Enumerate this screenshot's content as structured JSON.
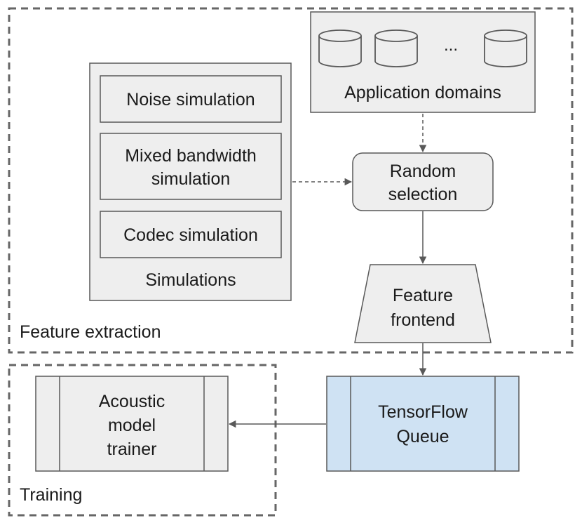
{
  "groups": {
    "feature_extraction": "Feature extraction",
    "training": "Training"
  },
  "application_domains": {
    "label": "Application domains",
    "ellipsis": "...",
    "icon": "database-icon"
  },
  "simulations": {
    "label": "Simulations",
    "noise": "Noise simulation",
    "mixed_line1": "Mixed bandwidth",
    "mixed_line2": "simulation",
    "codec": "Codec simulation"
  },
  "random_selection": {
    "line1": "Random",
    "line2": "selection"
  },
  "feature_frontend": {
    "line1": "Feature",
    "line2": "frontend"
  },
  "tensorflow_queue": {
    "line1": "TensorFlow",
    "line2": "Queue"
  },
  "trainer": {
    "line1": "Acoustic",
    "line2": "model",
    "line3": "trainer"
  },
  "colors": {
    "box_fill": "#eeeeee",
    "queue_fill": "#cfe2f3",
    "stroke": "#595959",
    "dashed_border": "#666666"
  }
}
